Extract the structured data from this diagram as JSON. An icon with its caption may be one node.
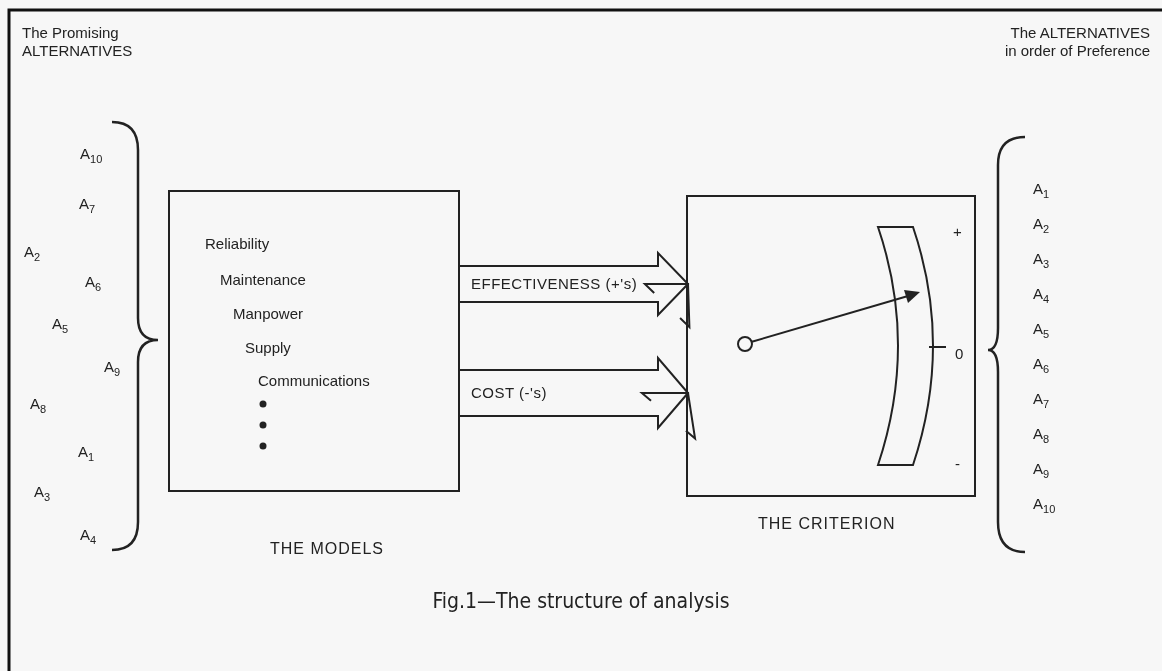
{
  "diagram": {
    "caption": "Fig.1—The structure of analysis",
    "nodes": [
      {
        "text": [
          "Reliability",
          "Maintenance",
          "Manpower",
          "Supply",
          "Communications",
          "THE MODELS"
        ]
      },
      {
        "text": [
          "+",
          "0",
          "-",
          "THE CRITERION"
        ]
      }
    ],
    "edges": [
      {
        "from": 0,
        "to": 1,
        "arrow": "to",
        "label": "EFFECTIVENESS (+'s)"
      },
      {
        "from": 0,
        "to": 1,
        "arrow": "to",
        "label": "COST (-'s)"
      }
    ],
    "labels": [
      "The Promising ALTERNATIVES",
      "The ALTERNATIVES in order of Preference",
      "A$_{10}$",
      "A$_{7}$",
      "A$_{2}$",
      "A$_{6}$",
      "A$_{5}$",
      "A$_{9}$",
      "A$_{8}$",
      "A$_{1}$",
      "A$_{3}$",
      "A$_{4}$",
      "A$_{1}$",
      "A$_{2}$",
      "A$_{3}$",
      "A$_{4}$",
      "A$_{5}$",
      "A$_{6}$",
      "A$_{7}$",
      "A$_{8}$",
      "A$_{9}$",
      "A$_{10}$"
    ]
  }
}
